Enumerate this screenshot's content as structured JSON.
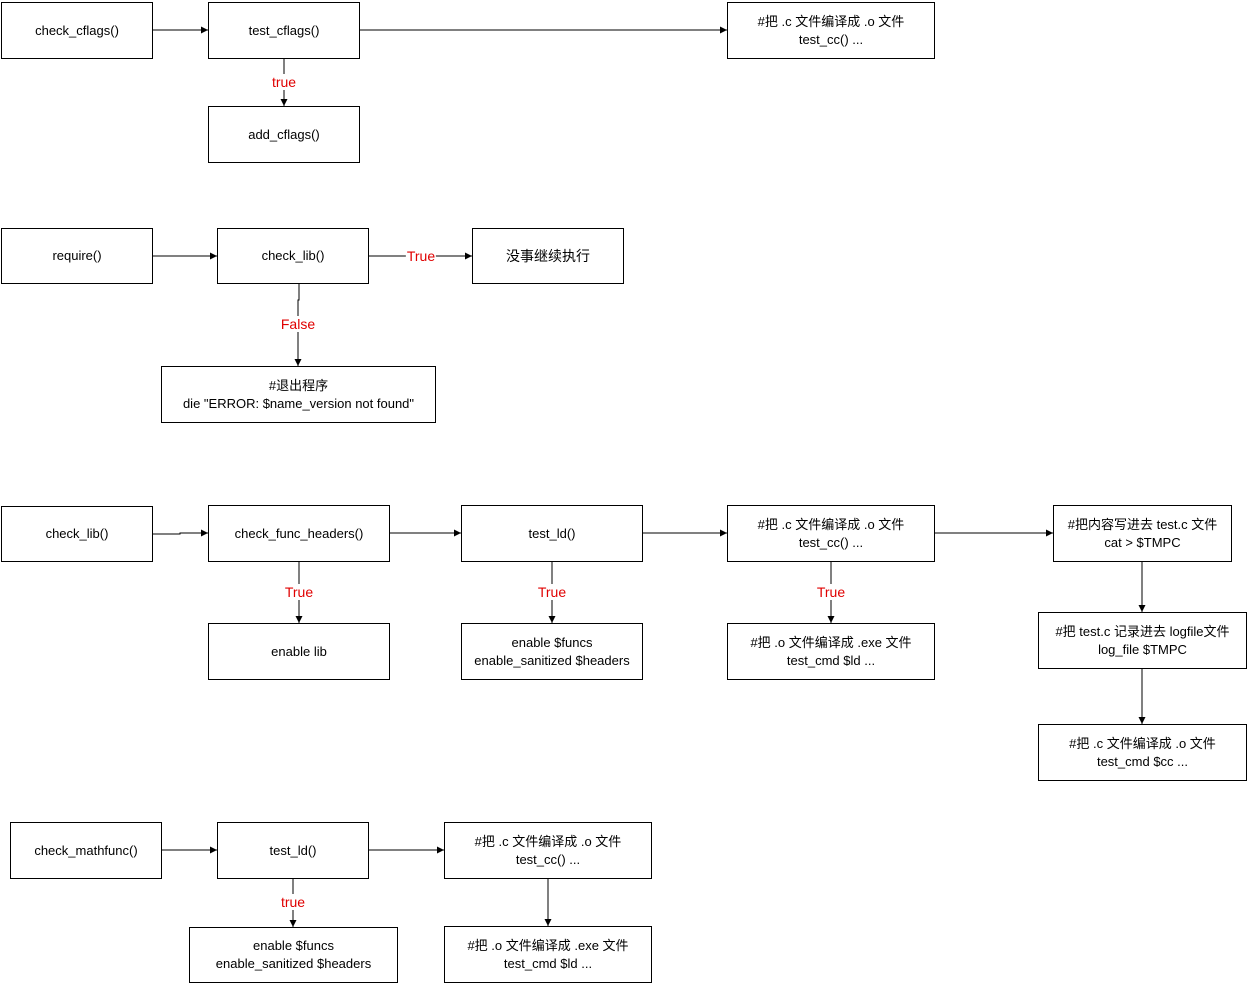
{
  "flow1": {
    "check_cflags": "check_cflags()",
    "test_cflags": "test_cflags()",
    "add_cflags": "add_cflags()",
    "compile": {
      "line1": "#把 .c 文件编译成 .o 文件",
      "line2": "test_cc() ..."
    },
    "label_true": "true"
  },
  "flow2": {
    "require": "require()",
    "check_lib": "check_lib()",
    "ok": "没事继续执行",
    "exit": {
      "line1": "#退出程序",
      "line2": "die \"ERROR: $name_version not found\""
    },
    "label_true": "True",
    "label_false": "False"
  },
  "flow3": {
    "check_lib": "check_lib()",
    "check_func_headers": "check_func_headers()",
    "test_ld": "test_ld()",
    "compile": {
      "line1": "#把 .c 文件编译成 .o 文件",
      "line2": "test_cc() ..."
    },
    "write": {
      "line1": "#把内容写进去 test.c 文件",
      "line2": "cat > $TMPC"
    },
    "enable_lib": "enable lib",
    "enable_funcs": {
      "line1": "enable $funcs",
      "line2": "enable_sanitized $headers"
    },
    "link": {
      "line1": "#把 .o 文件编译成 .exe 文件",
      "line2": "test_cmd $ld ..."
    },
    "log": {
      "line1": "#把 test.c 记录进去 logfile文件",
      "line2": "log_file $TMPC"
    },
    "compile2": {
      "line1": "#把 .c 文件编译成 .o 文件",
      "line2": "test_cmd $cc ..."
    },
    "label_true_1": "True",
    "label_true_2": "True",
    "label_true_3": "True"
  },
  "flow4": {
    "check_mathfunc": "check_mathfunc()",
    "test_ld": "test_ld()",
    "compile": {
      "line1": "#把 .c 文件编译成 .o 文件",
      "line2": "test_cc() ..."
    },
    "enable_funcs": {
      "line1": "enable $funcs",
      "line2": "enable_sanitized $headers"
    },
    "link": {
      "line1": "#把 .o 文件编译成 .exe 文件",
      "line2": "test_cmd $ld ..."
    },
    "label_true": "true"
  },
  "colors": {
    "line": "#000000",
    "label": "#e00000"
  }
}
